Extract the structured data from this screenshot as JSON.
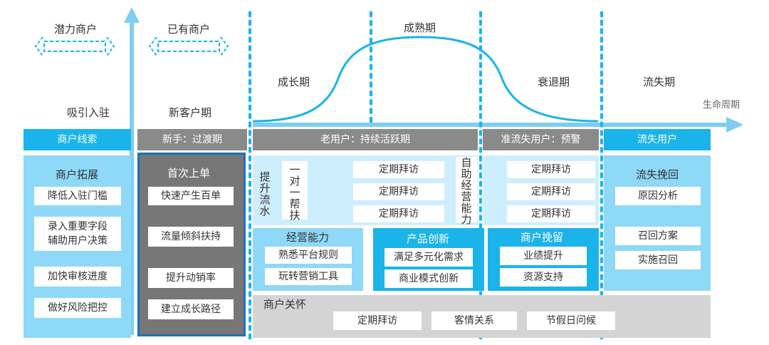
{
  "top": {
    "potential": "潜力商户",
    "existing": "已有商户",
    "attract": "吸引入驻",
    "new_period": "新客户期",
    "growth": "成长期",
    "mature": "成熟期",
    "decline": "衰退期",
    "lost": "流失期",
    "lifecycle": "生命周期"
  },
  "headers": {
    "leads": "商户线索",
    "newbie": "新手：过渡期",
    "old": "老用户：持续活跃期",
    "prechurn": "准流失用户：预警",
    "churned": "流失用户"
  },
  "col1": {
    "title": "商户拓展",
    "items": [
      "降低入驻门槛",
      "录入重要字段\n辅助用户决策",
      "加快审核进度",
      "做好风险把控"
    ]
  },
  "col2": {
    "title": "首次上单",
    "items": [
      "快速产生百单",
      "流量倾斜扶持",
      "提升动销率",
      "建立成长路径"
    ]
  },
  "col3": {
    "flow_label": "提升流水",
    "one_on_one": "一对一帮扶",
    "visits": [
      "定期拜访",
      "定期拜访",
      "定期拜访"
    ],
    "self_help": "自助经营能力",
    "visits2": [
      "定期拜访",
      "定期拜访",
      "定期拜访"
    ]
  },
  "ops": {
    "title": "经营能力",
    "items": [
      "熟悉平台规则",
      "玩转营销工具"
    ]
  },
  "innov": {
    "title": "产品创新",
    "items": [
      "满足多元化需求",
      "商业模式创新"
    ]
  },
  "retain": {
    "title": "商户挽留",
    "items": [
      "业绩提升",
      "资源支持"
    ]
  },
  "col5": {
    "title": "流失挽回",
    "items": [
      "原因分析",
      "召回方案",
      "实施召回"
    ]
  },
  "care": {
    "title": "商户关怀",
    "items": [
      "定期拜访",
      "客情关系",
      "节假日问候"
    ]
  },
  "colors": {
    "blue": "#1ab4ea",
    "light_blue": "#8ed8f8",
    "pale_blue": "#cdeefc",
    "gray": "#8a8a8a",
    "dark_gray": "#777777",
    "light_gray": "#d4d4d4",
    "dark_blue": "#1a73b8"
  }
}
